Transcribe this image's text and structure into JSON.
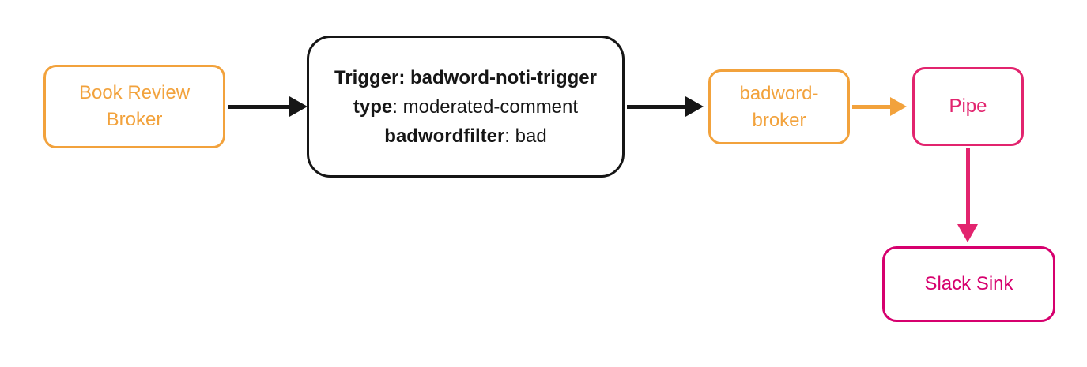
{
  "diagram": {
    "title": "event flow diagram",
    "nodes": {
      "book_review_broker": {
        "label": "Book Review Broker",
        "type": "broker"
      },
      "trigger": {
        "line1": "Trigger: badword-noti-trigger",
        "line2_key": "type",
        "line2_value": ": moderated-comment",
        "line3_key": "badwordfilter",
        "line3_value": ": bad"
      },
      "badword_broker": {
        "label": "badword-broker",
        "type": "broker"
      },
      "pipe": {
        "label": "Pipe",
        "type": "pipe"
      },
      "slack_sink": {
        "label": "Slack Sink",
        "type": "sink"
      }
    },
    "edges": [
      {
        "from": "book_review_broker",
        "to": "trigger",
        "color": "#161616"
      },
      {
        "from": "trigger",
        "to": "badword_broker",
        "color": "#161616"
      },
      {
        "from": "badword_broker",
        "to": "pipe",
        "color": "#F2A23C"
      },
      {
        "from": "pipe",
        "to": "slack_sink",
        "color": "#E2246E"
      }
    ],
    "colors": {
      "orange": "#F2A23C",
      "black": "#161616",
      "pink_pipe": "#E2246E",
      "pink_sink": "#D6006E",
      "background": "#ffffff"
    }
  }
}
